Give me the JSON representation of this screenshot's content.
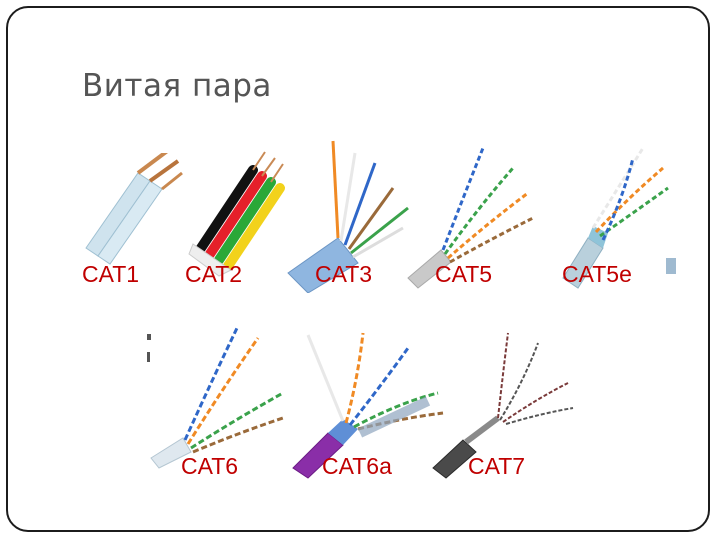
{
  "slide": {
    "title": "Витая пара",
    "cables": [
      {
        "label": "CAT1",
        "icon": "flat-two-wire-cable-icon"
      },
      {
        "label": "CAT2",
        "icon": "flat-four-wire-color-cable-icon"
      },
      {
        "label": "CAT3",
        "icon": "utp-cat3-cable-icon"
      },
      {
        "label": "CAT5",
        "icon": "utp-cat5-cable-icon"
      },
      {
        "label": "CAT5e",
        "icon": "ftp-cat5e-cable-icon"
      },
      {
        "label": "CAT6",
        "icon": "utp-cat6-cable-icon"
      },
      {
        "label": "CAT6a",
        "icon": "sftp-cat6a-cable-icon"
      },
      {
        "label": "CAT7",
        "icon": "sftp-cat7-cable-icon"
      }
    ]
  },
  "colors": {
    "label": "#c00000",
    "title": "#555555",
    "frame": "#1c1c1c"
  }
}
